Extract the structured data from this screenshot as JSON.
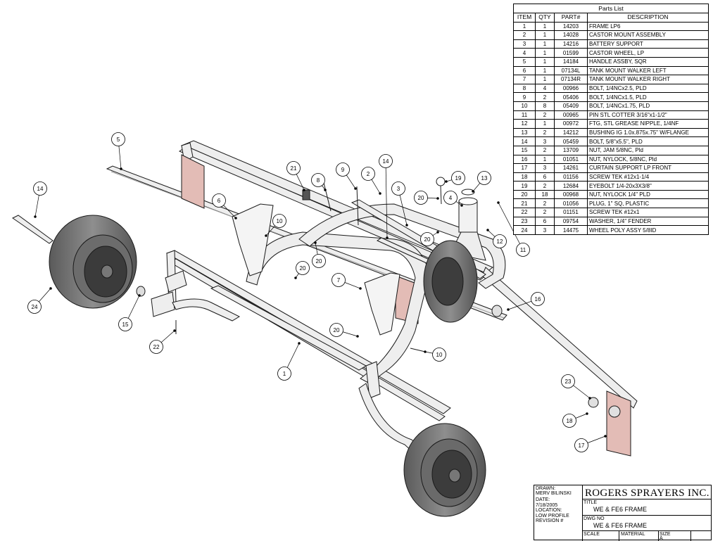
{
  "parts_list": {
    "title": "Parts List",
    "headers": [
      "ITEM",
      "QTY",
      "PART#",
      "DESCRIPTION"
    ],
    "rows": [
      [
        "1",
        "1",
        "14203",
        "FRAME LP6"
      ],
      [
        "2",
        "1",
        "14028",
        "CASTOR MOUNT ASSEMBLY"
      ],
      [
        "3",
        "1",
        "14216",
        "BATTERY SUPPORT"
      ],
      [
        "4",
        "1",
        "01599",
        "CASTOR WHEEL, LP"
      ],
      [
        "5",
        "1",
        "14184",
        "HANDLE ASSBY, SQR"
      ],
      [
        "6",
        "1",
        "07134L",
        "TANK MOUNT WALKER LEFT"
      ],
      [
        "7",
        "1",
        "07134R",
        "TANK MOUNT WALKER RIGHT"
      ],
      [
        "8",
        "4",
        "00966",
        "BOLT, 1/4NCx2.5, PLD"
      ],
      [
        "9",
        "2",
        "05406",
        "BOLT, 1/4NCx1.5, PLD"
      ],
      [
        "10",
        "8",
        "05409",
        "BOLT, 1/4NCx1.75, PLD"
      ],
      [
        "11",
        "2",
        "00965",
        "PIN STL COTTER 3/16\"x1-1/2\""
      ],
      [
        "12",
        "1",
        "00972",
        "FTG, STL GREASE NIPPLE, 1/4NF"
      ],
      [
        "13",
        "2",
        "14212",
        "BUSHING IG 1.0x.875x.75\" W/FLANGE"
      ],
      [
        "14",
        "3",
        "05459",
        "BOLT, 5/8\"x5.5\", PLD"
      ],
      [
        "15",
        "2",
        "13709",
        "NUT, JAM 5/8NC, Pld"
      ],
      [
        "16",
        "1",
        "01051",
        "NUT, NYLOCK, 5/8NC, Pld"
      ],
      [
        "17",
        "3",
        "14261",
        "CURTAIN SUPPORT LP FRONT"
      ],
      [
        "18",
        "6",
        "01156",
        "SCREW TEK #12x1-1/4"
      ],
      [
        "19",
        "2",
        "12684",
        "EYEBOLT 1/4-20x3X3/8\""
      ],
      [
        "20",
        "18",
        "00968",
        "NUT, NYLOCK 1/4\" PLD"
      ],
      [
        "21",
        "2",
        "01056",
        "PLUG, 1\" SQ, PLASTIC"
      ],
      [
        "22",
        "2",
        "01151",
        "SCREW TEK #12x1"
      ],
      [
        "23",
        "6",
        "09754",
        "WASHER, 1/4\" FENDER"
      ],
      [
        "24",
        "3",
        "14475",
        "WHEEL POLY ASSY 5/8ID"
      ]
    ]
  },
  "balloons": [
    {
      "label": "5"
    },
    {
      "label": "14"
    },
    {
      "label": "24"
    },
    {
      "label": "15"
    },
    {
      "label": "22"
    },
    {
      "label": "1"
    },
    {
      "label": "6"
    },
    {
      "label": "10"
    },
    {
      "label": "20"
    },
    {
      "label": "20"
    },
    {
      "label": "21"
    },
    {
      "label": "8"
    },
    {
      "label": "9"
    },
    {
      "label": "2"
    },
    {
      "label": "14"
    },
    {
      "label": "3"
    },
    {
      "label": "19"
    },
    {
      "label": "13"
    },
    {
      "label": "20"
    },
    {
      "label": "4"
    },
    {
      "label": "20"
    },
    {
      "label": "12"
    },
    {
      "label": "11"
    },
    {
      "label": "7"
    },
    {
      "label": "20"
    },
    {
      "label": "10"
    },
    {
      "label": "16"
    },
    {
      "label": "23"
    },
    {
      "label": "18"
    },
    {
      "label": "17"
    }
  ],
  "title_block": {
    "company": "ROGERS SPRAYERS INC.",
    "drawn_label": "DRAWN:",
    "drawn_by": "MERV BILINSKI",
    "date_label": "DATE:",
    "date": "7/18/2005",
    "location_label": "LOCATION:",
    "location": "LOW PROFILE",
    "revision_label": "REVISION #",
    "title_label": "TITLE",
    "title": "WE & FE6 FRAME",
    "dwg_label": "DWG NO",
    "dwg_no": "WE & FE6 FRAME",
    "scale_label": "SCALE",
    "material_label": "MATERIAL",
    "size_label": "SIZE",
    "size": "A"
  },
  "colors": {
    "line": "#1a1a1a",
    "metal": "#eeeeee",
    "tire": "#7d7d7d",
    "tire_dark": "#4a4a4a",
    "curtain": "#e3bcb6"
  }
}
